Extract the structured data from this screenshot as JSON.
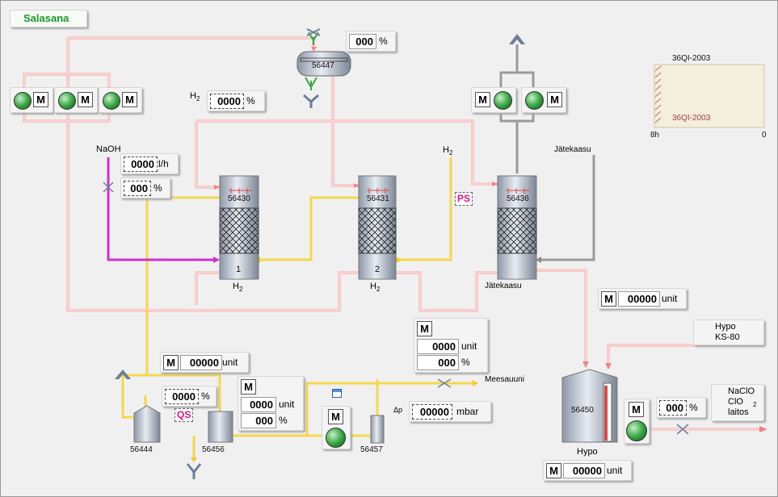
{
  "header": {
    "title": "Salasana"
  },
  "colors": {
    "hydrogen_pipe": "#f9a0a0",
    "chlorine_pipe": "#f3d84a",
    "naoh_pipe": "#d030d0",
    "gas_pipe": "#a0a0a0",
    "title_green": "#1a9a2a"
  },
  "pumps_left": [
    {
      "icon": "pump-icon",
      "mode": "M"
    },
    {
      "icon": "pump-icon",
      "mode": "M"
    },
    {
      "icon": "pump-icon",
      "mode": "M"
    }
  ],
  "cooler": {
    "tag": "56447",
    "valve_value": "000",
    "valve_unit": "%"
  },
  "h2_measure": {
    "label": "H",
    "sub": "2",
    "value": "0000",
    "unit": "%"
  },
  "naoh": {
    "label": "NaOH",
    "flow_value": "0000",
    "flow_unit": "l/h",
    "valve_value": "000",
    "valve_unit": "%"
  },
  "columns": {
    "c1": {
      "tag": "56430",
      "number": "1",
      "bottom": "H",
      "bottom_sub": "2"
    },
    "c2": {
      "tag": "56431",
      "number": "2",
      "bottom": "H",
      "bottom_sub": "2"
    },
    "c3": {
      "tag": "56436",
      "bottom": "Jätekaasu"
    }
  },
  "h2_feed": {
    "label": "H",
    "sub": "2",
    "ps": "PS"
  },
  "jatekaasu_label": "Jätekaasu",
  "fans": [
    {
      "mode": "M",
      "icon": "fan-icon"
    },
    {
      "mode": "M",
      "icon": "fan-icon"
    }
  ],
  "trend": {
    "title": "36QI-2003",
    "series": "36QI-2003",
    "x_left": "8h",
    "x_right": "0"
  },
  "m_unit_right": {
    "mode": "M",
    "value": "00000",
    "unit": "unit"
  },
  "pressure_panel": {
    "mode": "M",
    "value": "0000",
    "unit": "unit",
    "valve_value": "000",
    "valve_unit": "%"
  },
  "meesauuni": "Meesauuni",
  "m_unit_left": {
    "mode": "M",
    "value": "00000",
    "unit": "unit"
  },
  "tank_56444": {
    "tag": "56444",
    "value": "0000",
    "unit": "%",
    "qs": "QS"
  },
  "panel_56456": {
    "mode": "M",
    "value": "0000",
    "unit": "unit",
    "valve_value": "000",
    "valve_unit": "%"
  },
  "tank_56456": {
    "tag": "56456"
  },
  "pump_mid": {
    "mode": "M"
  },
  "tank_56457": {
    "tag": "56457"
  },
  "dp": {
    "label": "Δp",
    "value": "00000",
    "unit": "mbar"
  },
  "hypo_link": {
    "line1": "Hypo",
    "line2": "KS-80"
  },
  "tank_56450": {
    "tag": "56450",
    "label": "Hypo"
  },
  "pump_hypo": {
    "mode": "M",
    "valve_value": "000",
    "valve_unit": "%"
  },
  "naclo_link": {
    "line1": "NaClO",
    "line2": "ClO",
    "sub": "2",
    "line3": "laitos"
  },
  "m_unit_bottom": {
    "mode": "M",
    "value": "00000",
    "unit": "unit"
  }
}
